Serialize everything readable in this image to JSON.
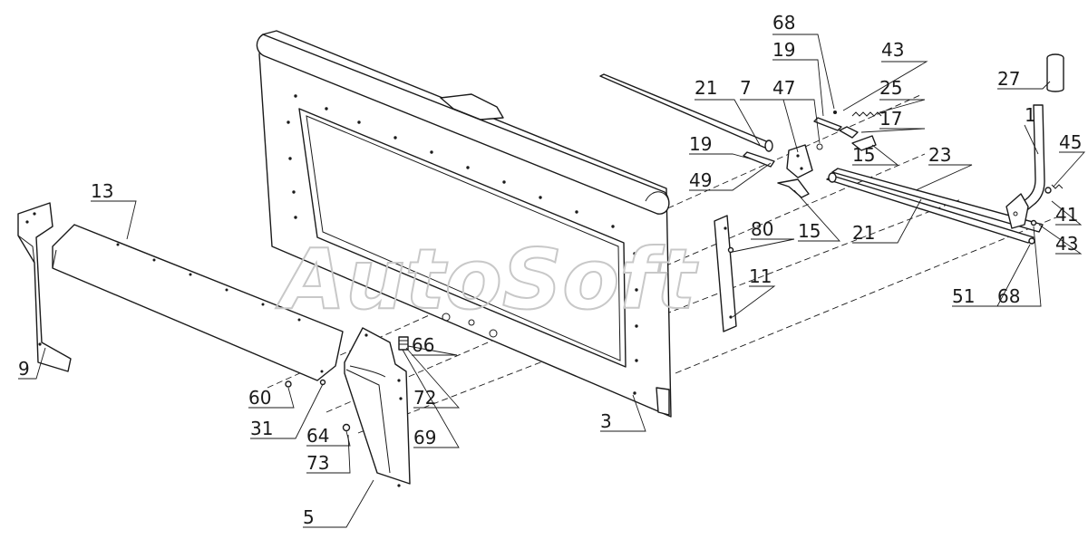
{
  "watermark": "AutoSoft",
  "labels": [
    "68",
    "19",
    "43",
    "47",
    "7",
    "21",
    "25",
    "17",
    "27",
    "1",
    "45",
    "19",
    "49",
    "15",
    "23",
    "15",
    "80",
    "21",
    "41",
    "43",
    "51",
    "68",
    "13",
    "11",
    "66",
    "9",
    "60",
    "72",
    "31",
    "64",
    "69",
    "73",
    "3",
    "5"
  ]
}
